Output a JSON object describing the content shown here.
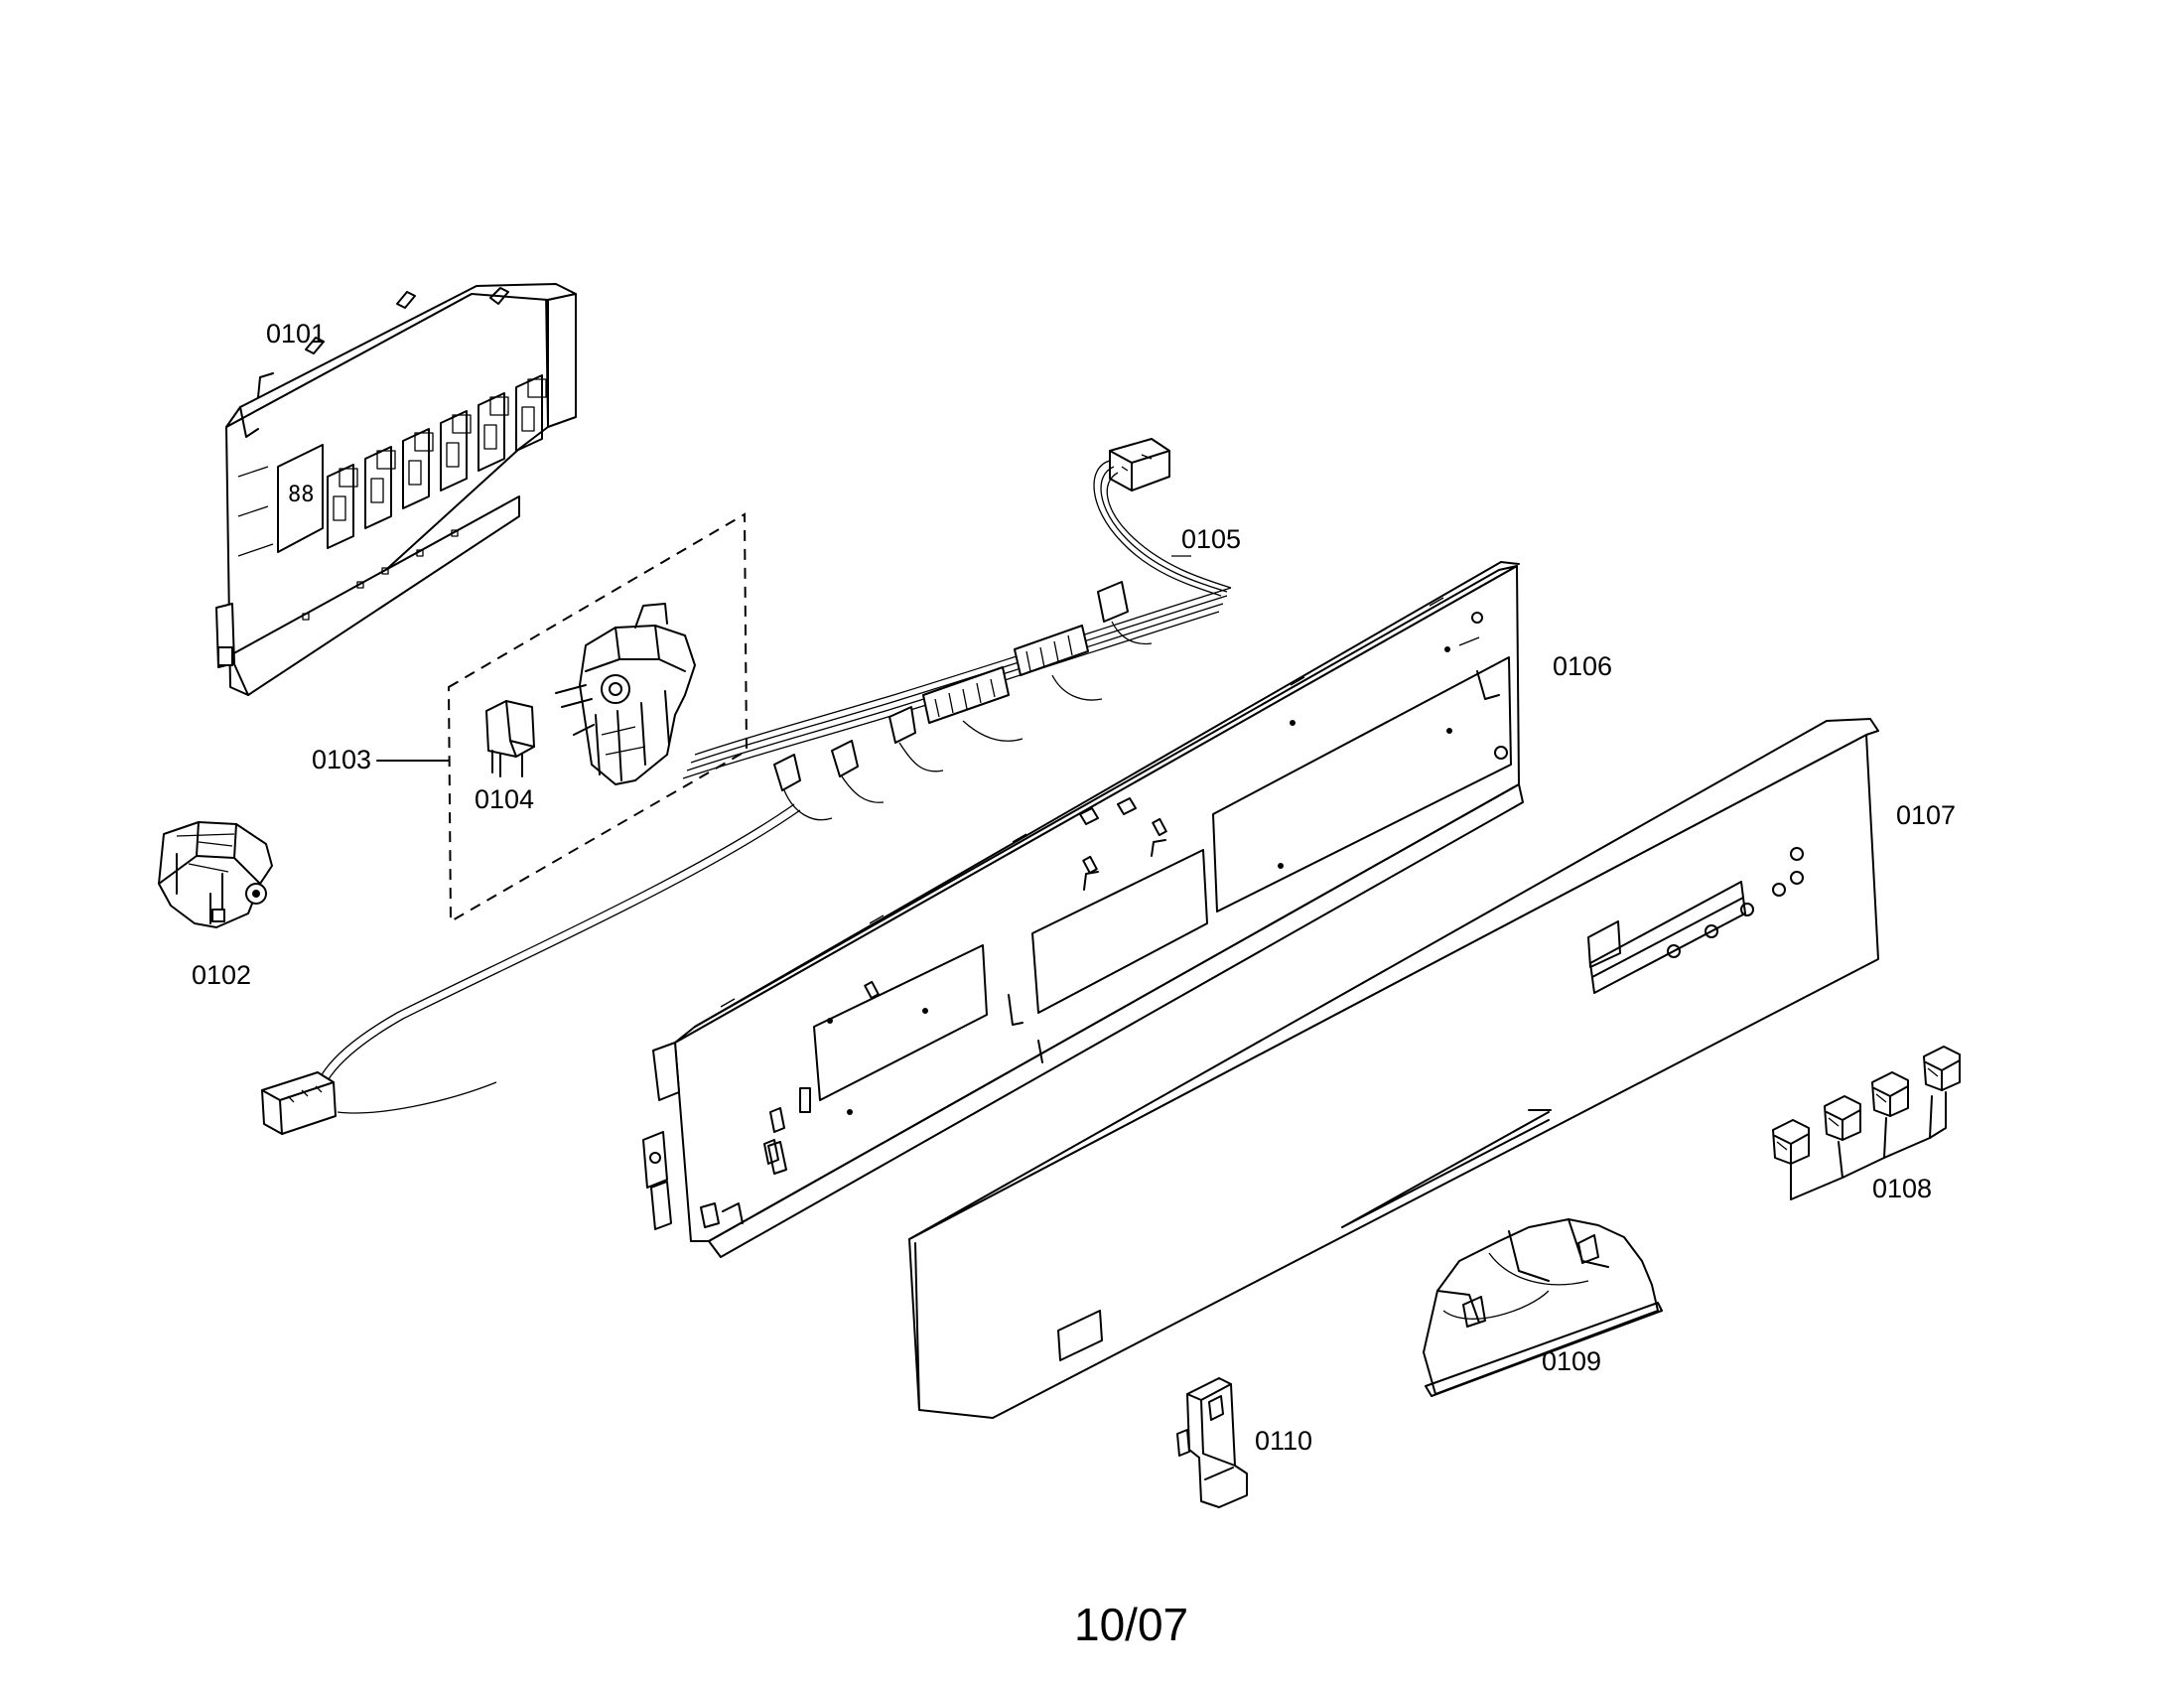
{
  "labels": {
    "p0101": "0101",
    "p0102": "0102",
    "p0103": "0103",
    "p0104": "0104",
    "p0105": "0105",
    "p0106": "0106",
    "p0107": "0107",
    "p0108": "0108",
    "p0109": "0109",
    "p0110": "0110"
  },
  "footer": "10/07"
}
